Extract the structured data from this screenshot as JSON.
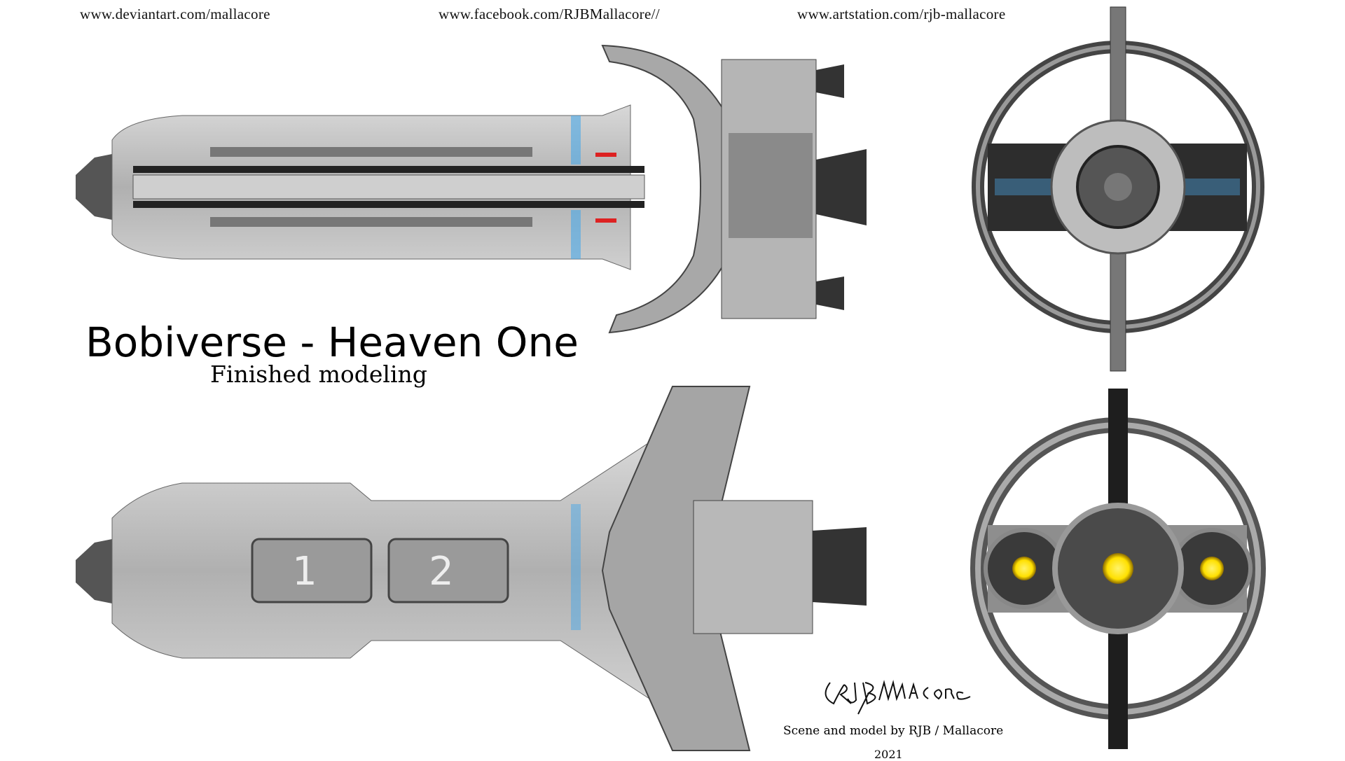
{
  "links": {
    "deviantart": "www.deviantart.com/mallacore",
    "facebook": "www.facebook.com/RJBMallacore//",
    "artstation": "www.artstation.com/rjb-mallacore"
  },
  "title": "Bobiverse - Heaven One",
  "subtitle": "Finished modeling",
  "hatch_labels": [
    "1",
    "2"
  ],
  "signature": "RJB/Mallacore",
  "credit": "Scene and model by RJB / Mallacore",
  "year": "2021",
  "colors": {
    "hull": "#b9b9b9",
    "dark": "#3a3a3a",
    "lights": "#4aa8e8",
    "engine_glow": "#ffe600"
  }
}
